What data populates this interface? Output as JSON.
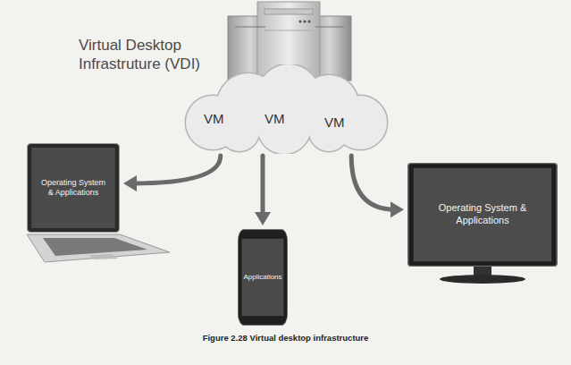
{
  "diagram": {
    "title": "Virtual Desktop Infrastruture (VDI)",
    "caption": "Figure 2.28 Virtual desktop infrastructure",
    "nodes": [
      {
        "text": [
          "VM",
          "VM",
          "VM"
        ]
      },
      {
        "text": [
          "Operating System & Applications"
        ]
      },
      {
        "text": [
          "Applications"
        ]
      },
      {
        "text": [
          "Operating System & Applications"
        ]
      }
    ],
    "edges": [
      {
        "from": 0,
        "to": 1,
        "arrow": "to"
      },
      {
        "from": 0,
        "to": 2,
        "arrow": "to"
      },
      {
        "from": 0,
        "to": 3,
        "arrow": "to"
      }
    ]
  }
}
